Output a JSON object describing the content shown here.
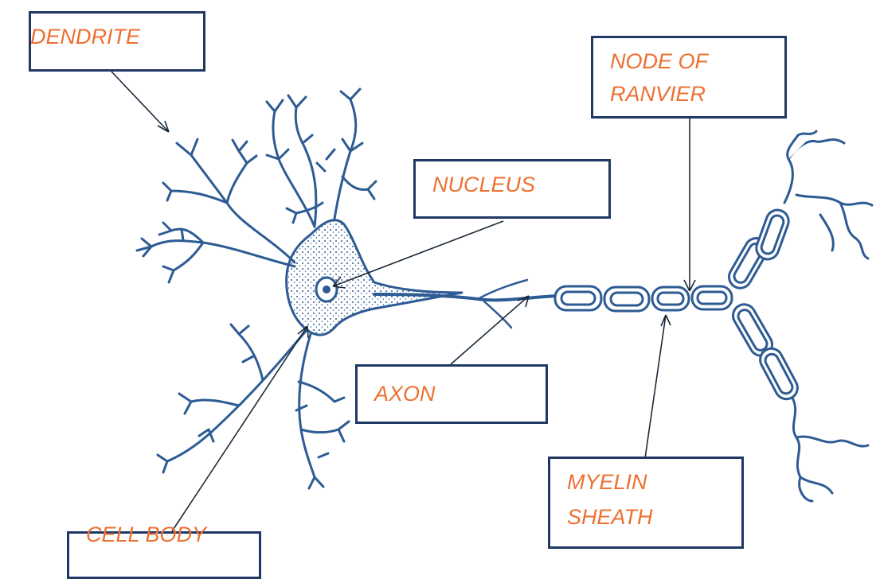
{
  "colors": {
    "neuron": "#2d5b93",
    "neuron_fill": "#e8eef6",
    "arrow": "#1a2a3a",
    "box_border": "#1f3864",
    "label_text": "#ed7031"
  },
  "labels": {
    "dendrite": "DENDRITE",
    "node_of_ranvier_line1": "NODE OF",
    "node_of_ranvier_line2": "RANVIER",
    "nucleus": "NUCLEUS",
    "axon": "AXON",
    "myelin_sheath_line1": "MYELIN",
    "myelin_sheath_line2": "SHEATH",
    "cell_body": "CELL BODY"
  }
}
